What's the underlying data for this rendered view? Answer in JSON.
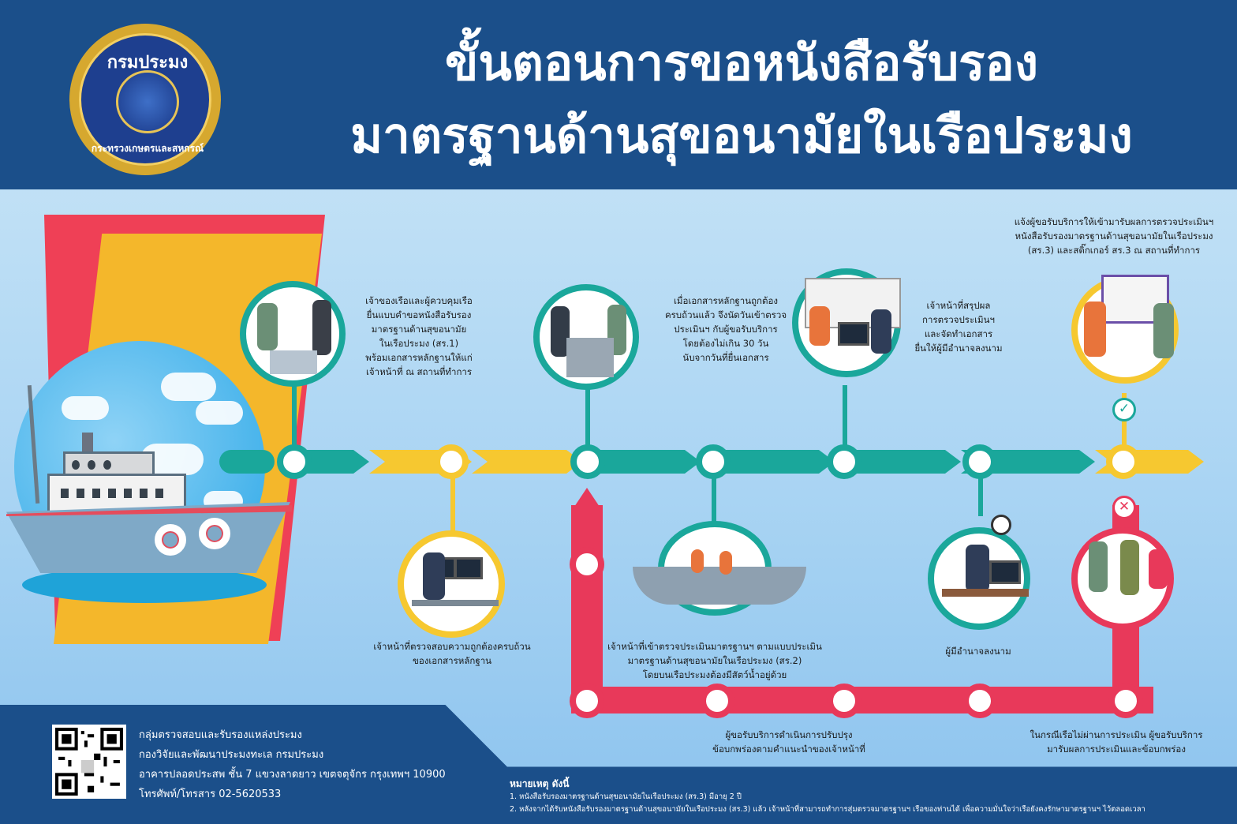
{
  "header": {
    "title_line1": "ขั้นตอนการขอหนังสือรับรอง",
    "title_line2": "มาตรฐานด้านสุขอนามัยในเรือประมง",
    "logo_top": "กรมประมง",
    "logo_bottom": "กระทรวงเกษตรและสหกรณ์"
  },
  "colors": {
    "header_bg": "#1b4f8a",
    "teal": "#1aa79b",
    "yellow": "#f6c830",
    "red": "#e8395a"
  },
  "steps": {
    "s1": [
      "เจ้าของเรือและผู้ควบคุมเรือ",
      "ยื่นแบบคำขอหนังสือรับรอง",
      "มาตรฐานด้านสุขอนามัย",
      "ในเรือประมง (สร.1)",
      "พร้อมเอกสารหลักฐานให้แก่",
      "เจ้าหน้าที่ ณ สถานที่ทำการ"
    ],
    "s2": [
      "เจ้าหน้าที่ตรวจสอบความถูกต้องครบถ้วน",
      "ของเอกสารหลักฐาน"
    ],
    "s3": [
      "เมื่อเอกสารหลักฐานถูกต้อง",
      "ครบถ้วนแล้ว จึงนัดวันเข้าตรวจ",
      "ประเมินฯ กับผู้ขอรับบริการ",
      "โดยต้องไม่เกิน 30 วัน",
      "นับจากวันที่ยื่นเอกสาร"
    ],
    "s4": [
      "เจ้าหน้าที่เข้าตรวจประเมินมาตรฐานฯ ตามแบบประเมิน",
      "มาตรฐานด้านสุขอนามัยในเรือประมง (สร.2)",
      "โดยบนเรือประมงต้องมีสัตว์น้ำอยู่ด้วย"
    ],
    "s5": [
      "เจ้าหน้าที่สรุปผล",
      "การตรวจประเมินฯ",
      "และจัดทำเอกสาร",
      "ยื่นให้ผู้มีอำนาจลงนาม"
    ],
    "s6": [
      "ผู้มีอำนาจลงนาม"
    ],
    "s7": [
      "แจ้งผู้ขอรับบริการให้เข้ามารับผลการตรวจประเมินฯ",
      "หนังสือรับรองมาตรฐานด้านสุขอนามัยในเรือประมง",
      "(สร.3) และสติ๊กเกอร์ สร.3 ณ สถานที่ทำการ"
    ],
    "s8": [
      "ในกรณีเรือไม่ผ่านการประเมิน ผู้ขอรับบริการ",
      "มารับผลการประเมินและข้อบกพร่อง"
    ],
    "s9": [
      "ผู้ขอรับบริการดำเนินการปรับปรุง",
      "ข้อบกพร่องตามคำแนะนำของเจ้าหน้าที่"
    ]
  },
  "footer": {
    "contact": [
      "กลุ่มตรวจสอบและรับรองแหล่งประมง",
      "กองวิจัยและพัฒนาประมงทะเล กรมประมง",
      "อาคารปลอดประสพ ชั้น 7 แขวงลาดยาว เขตจตุจักร กรุงเทพฯ 10900",
      "โทรศัพท์/โทรสาร 02-5620533"
    ],
    "notes_title": "หมายเหตุ ดังนี้",
    "notes": [
      "1. หนังสือรับรองมาตรฐานด้านสุขอนามัยในเรือประมง (สร.3) มีอายุ 2 ปี",
      "2. หลังจากได้รับหนังสือรับรองมาตรฐานด้านสุขอนามัยในเรือประมง (สร.3) แล้ว เจ้าหน้าที่สามารถทำการสุ่มตรวจมาตรฐานฯ เรือของท่านได้ เพื่อความมั่นใจว่าเรือยังคงรักษามาตรฐานฯ ไว้ตลอดเวลา"
    ]
  },
  "icons": {
    "pass": "check-icon",
    "fail": "cross-icon",
    "clock": "clock-icon",
    "qr": "qr-code"
  }
}
